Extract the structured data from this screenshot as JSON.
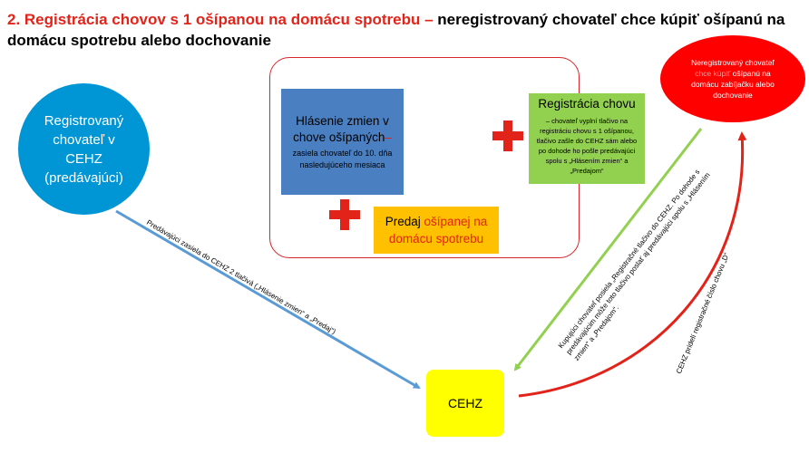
{
  "title": {
    "part1": "2. Registrácia chovov s 1 ošípanou na domácu spotrebu – ",
    "part2": "neregistrovaný chovateľ chce kúpiť ošípanú na domácu spotrebu alebo dochovanie"
  },
  "left_circle": {
    "text": "Registrovaný chovateľ v CEHZ (predávajúci)"
  },
  "blue_box": {
    "heading": "Hlásenie zmien v chove ošípaných",
    "dash": "–",
    "sub": "zasiela chovateľ do 10. dňa nasledujúceho mesiaca"
  },
  "green_box": {
    "heading": "Registrácia chovu",
    "sub": "– chovateľ vyplní tlačivo na registráciu chovu s 1 ošípanou, tlačivo zašle do CEHZ sám alebo po dohode ho pošle predávajúci spolu s „Hlásením zmien“ a „Predajom“"
  },
  "yellow_box": {
    "text1": "Predaj ",
    "text2": "ošípanej na domácu spotrebu"
  },
  "red_circle": {
    "text1": "Neregistrovaný chovateľ ",
    "text2": "chce kúpiť",
    "text3": " ošípanú na domácu zabíjačku alebo dochovanie"
  },
  "cehz_box": {
    "label": "CEHZ"
  },
  "arrow_labels": {
    "blue": "Predávajúci zasiela do CEHZ 2 tlačivá („Hlásenie zmien“ a „Predaj“)",
    "green_line1": "Kupujúci chovateľ posiela „Registračné tlačivo do CEHZ. Po dohode s",
    "green_line2": "predávajúcim môže toto tlačivo poslať aj predávajúci spolu s „Hlásením",
    "green_line3": "zmien“ a „Predajom“.",
    "red": "CEHZ pridelí registračné číslo chovu „D“"
  },
  "colors": {
    "accent_red": "#e2231a",
    "left_circle": "#0096d6",
    "blue_box": "#4a7fc1",
    "green_box": "#92d050",
    "yellow_box": "#ffc000",
    "cehz": "#ffff00",
    "arrow_blue": "#5b9bd5",
    "arrow_green": "#92d050",
    "arrow_red": "#e2231a"
  }
}
